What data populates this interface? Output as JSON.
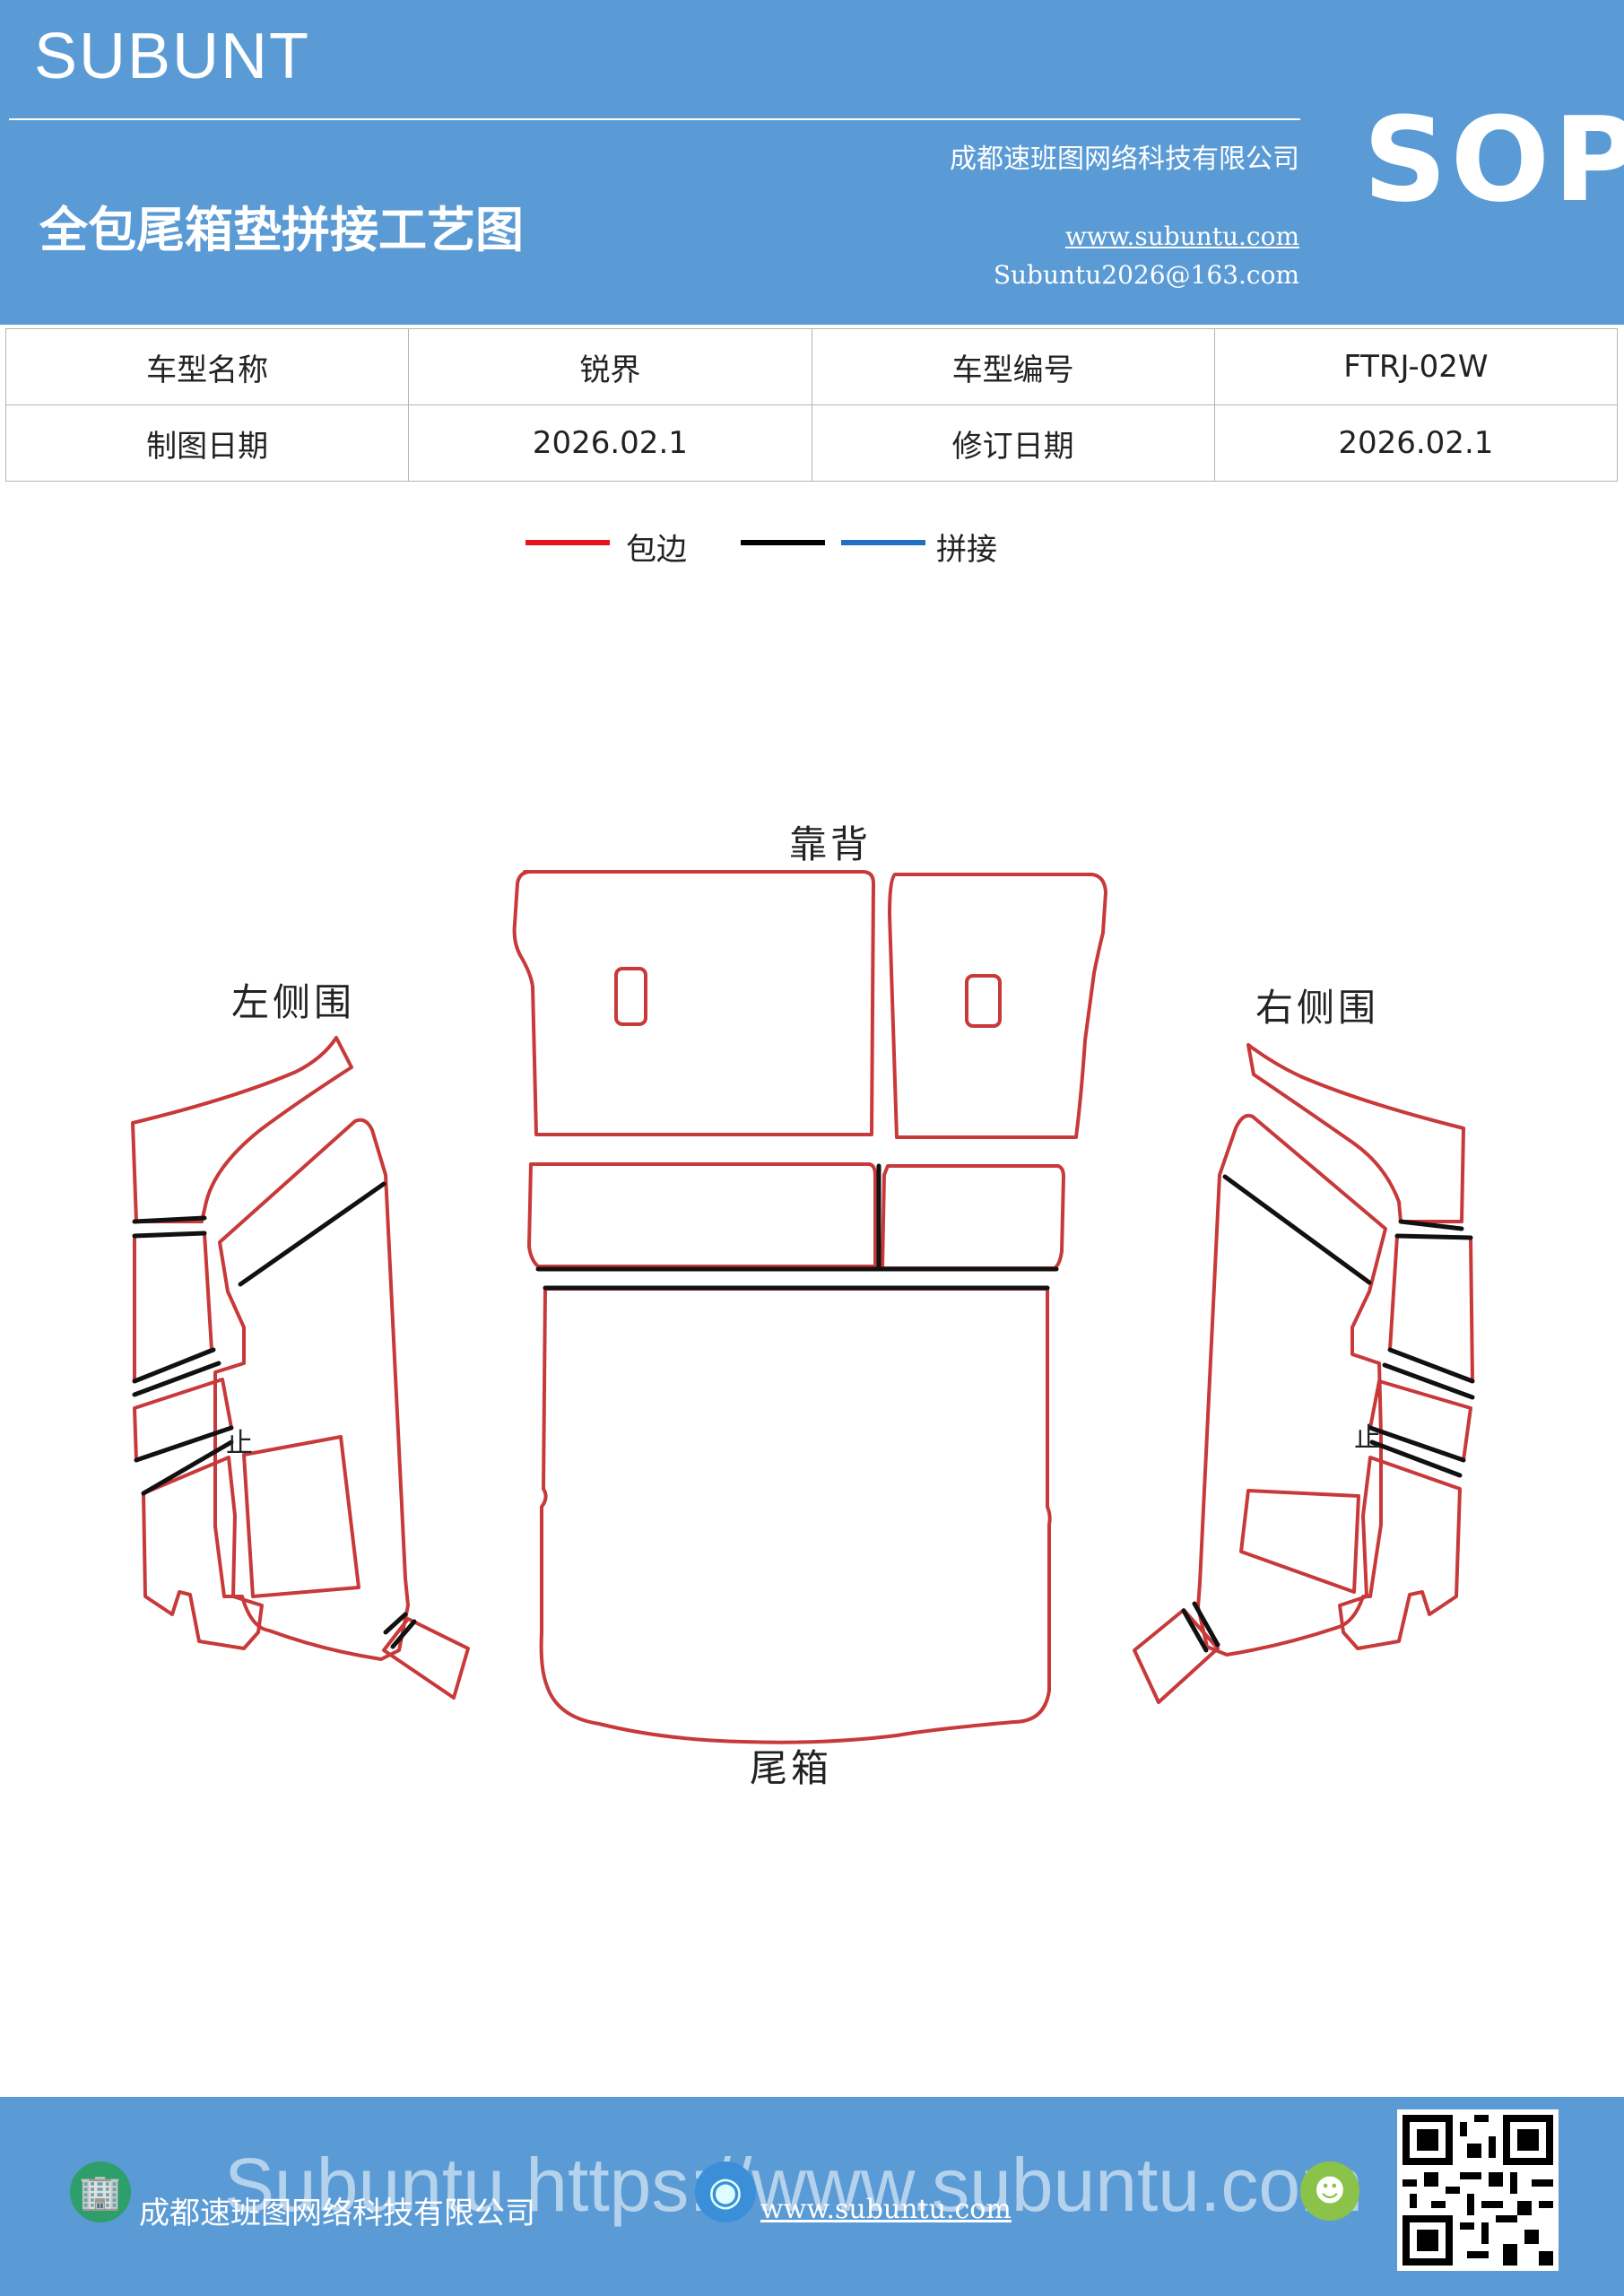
{
  "header": {
    "brand": "SUBUNT",
    "title": "全包尾箱垫拼接工艺图",
    "company": "成都速班图网络科技有限公司",
    "website": "www.subuntu.com",
    "email": "Subuntu2026@163.com",
    "badge": "SOP"
  },
  "info_table": {
    "rows": [
      [
        "车型名称",
        "锐界",
        "车型编号",
        "FTRJ-02W"
      ],
      [
        "制图日期",
        "2026.02.1",
        "修订日期",
        "2026.02.1"
      ]
    ]
  },
  "legend": {
    "edge_label": "包边",
    "splice_label": "拼接",
    "colors": {
      "edge": "#e8141b",
      "black": "#000000",
      "splice": "#1f6fc5"
    }
  },
  "diagram": {
    "labels": {
      "backrest": "靠背",
      "left_side": "左侧围",
      "right_side": "右侧围",
      "trunk": "尾箱",
      "left_mark": "止",
      "right_mark": "止"
    },
    "colors": {
      "outline": "#c8393a",
      "seam": "#111111"
    }
  },
  "footer": {
    "company": "成都速班图网络科技有限公司",
    "website": "www.subuntu.com",
    "watermark": "Subuntu https://www.subuntu.com"
  }
}
